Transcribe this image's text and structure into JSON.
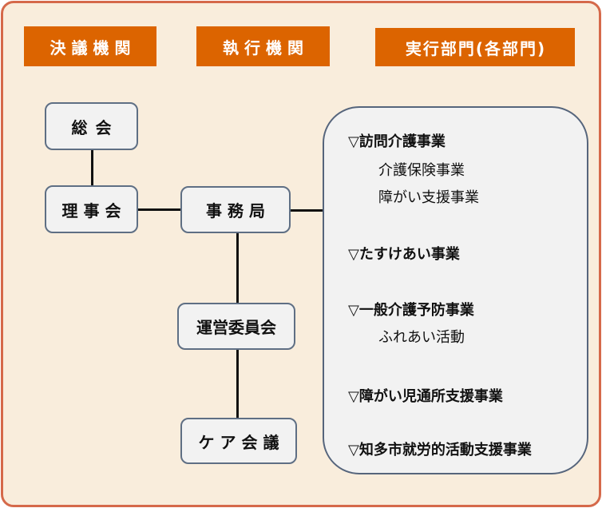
{
  "headers": {
    "decision": "決議機関",
    "executive": "執行機関",
    "operations": "実行部門(各部門)"
  },
  "nodes": {
    "general_assembly": "総会",
    "board": "理事会",
    "secretariat": "事務局",
    "steering_committee": "運営委員会",
    "care_meeting": "ケア会議"
  },
  "divisions": [
    {
      "marker": "▽",
      "label": "訪問介護事業",
      "subs": [
        "介護保険事業",
        "障がい支援事業"
      ]
    },
    {
      "marker": "▽",
      "label": "たすけあい事業",
      "subs": []
    },
    {
      "marker": "▽",
      "label": "一般介護予防事業",
      "subs": [
        "ふれあい活動"
      ]
    },
    {
      "marker": "▽",
      "label": "障がい児通所支援事業",
      "subs": []
    },
    {
      "marker": "▽",
      "label": "知多市就労的活動支援事業",
      "subs": []
    }
  ],
  "colors": {
    "header_bg": "#dc6400",
    "frame_border": "#d5694a",
    "frame_bg": "#f9eddc",
    "node_bg": "#f2f2f2",
    "node_border": "#5f6f84"
  }
}
